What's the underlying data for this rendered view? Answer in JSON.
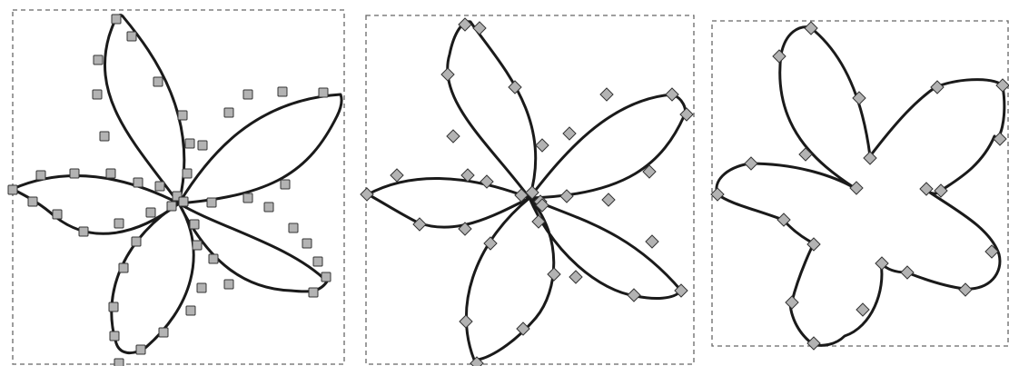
{
  "figure": {
    "panels": [
      {
        "id": "dense-square-nodes",
        "shape": "five-petal-flower",
        "node_marker": "square",
        "node_density": "dense"
      },
      {
        "id": "sparse-diamond-nodes",
        "shape": "five-petal-flower",
        "node_marker": "diamond",
        "node_density": "sparse"
      },
      {
        "id": "merged-outline-diamond-nodes",
        "shape": "merged-star-outline",
        "node_marker": "diamond",
        "node_density": "sparse"
      }
    ]
  },
  "colors": {
    "background": "#ffffff",
    "frame_dash": "#666666",
    "path_stroke": "#1a1a1a",
    "node_fill": "#b3b3b3",
    "node_stroke": "#333333"
  }
}
